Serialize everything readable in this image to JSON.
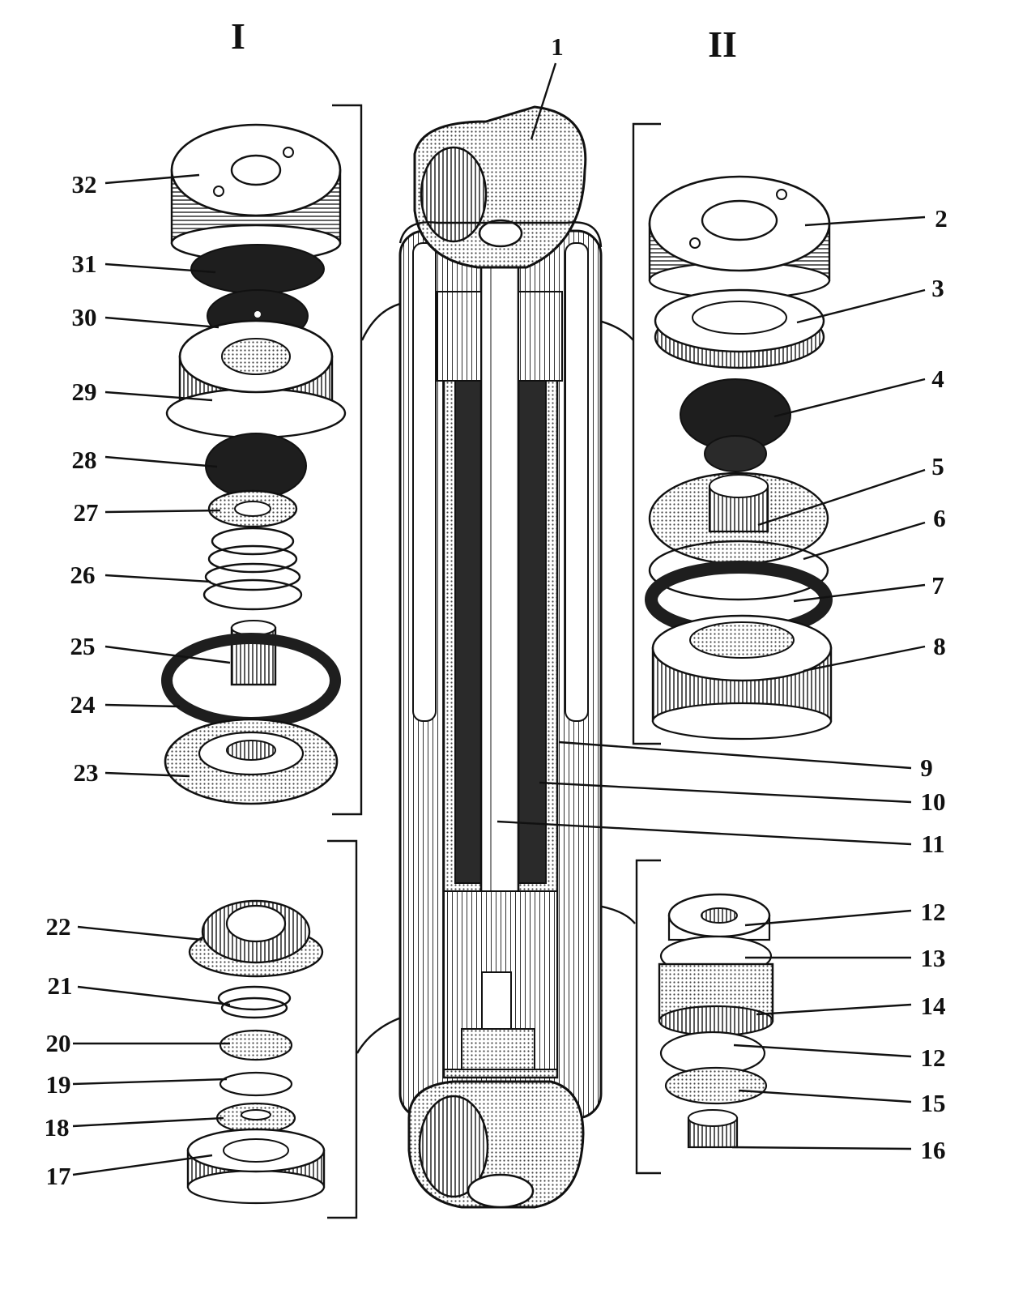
{
  "section_labels": {
    "top_left": "I",
    "top_right": "II"
  },
  "callouts": {
    "c1": "1",
    "c2": "2",
    "c3": "3",
    "c4": "4",
    "c5": "5",
    "c6": "6",
    "c7": "7",
    "c8": "8",
    "c9": "9",
    "c10": "10",
    "c11": "11",
    "c12a": "12",
    "c13": "13",
    "c14": "14",
    "c12b": "12",
    "c15": "15",
    "c16": "16",
    "c17": "17",
    "c18": "18",
    "c19": "19",
    "c20": "20",
    "c21": "21",
    "c22": "22",
    "c23": "23",
    "c24": "24",
    "c25": "25",
    "c26": "26",
    "c27": "27",
    "c28": "28",
    "c29": "29",
    "c30": "30",
    "c31": "31",
    "c32": "32"
  },
  "colors": {
    "ink": "#111111",
    "paper": "#ffffff",
    "shade": "#9a9a9a",
    "dark": "#2a2a2a"
  }
}
